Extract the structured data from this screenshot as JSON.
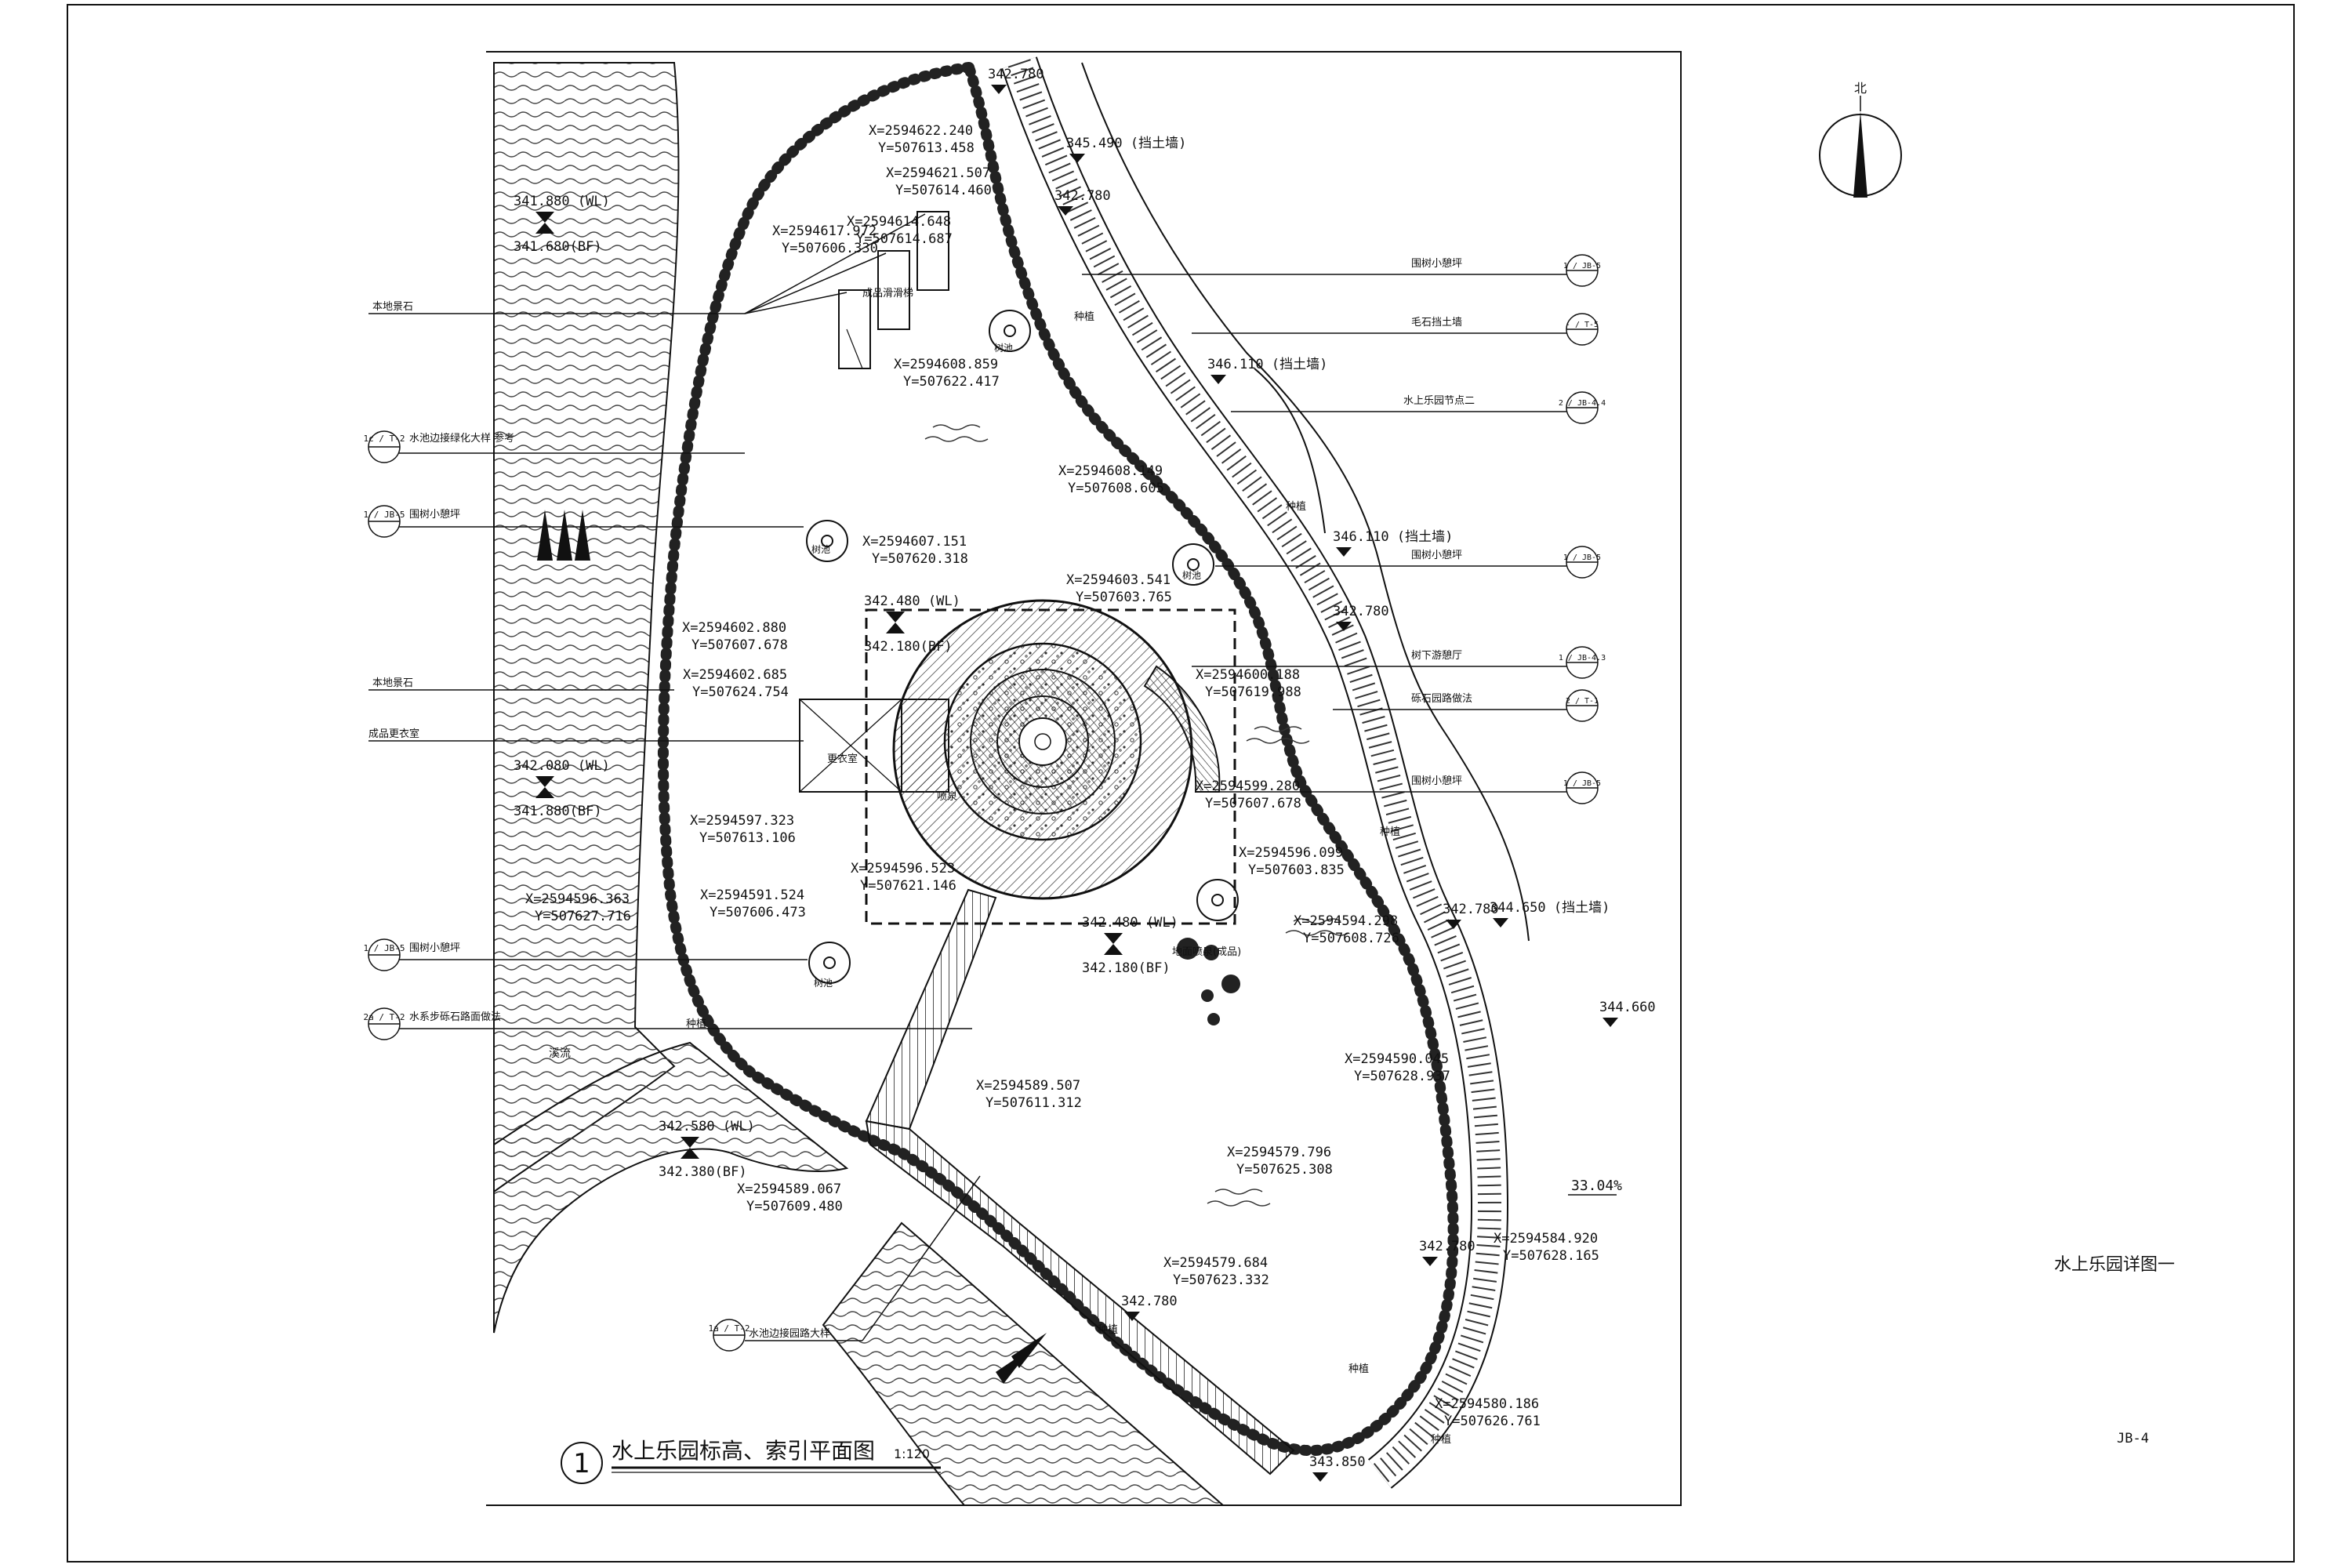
{
  "sheet": {
    "drawing_title": "水上乐园标高、索引平面图",
    "drawing_number": "1",
    "scale": "1:120",
    "sheet_title": "水上乐园详图一",
    "sheet_code": "JB-4",
    "north_label": "北"
  },
  "coords": [
    {
      "x": "X=2594622.240",
      "y": "Y=507613.458"
    },
    {
      "x": "X=2594621.507",
      "y": "Y=507614.460"
    },
    {
      "x": "X=2594617.972",
      "y": "Y=507606.330"
    },
    {
      "x": "X=2594614.648",
      "y": "Y=507614.687"
    },
    {
      "x": "X=2594608.859",
      "y": "Y=507622.417"
    },
    {
      "x": "X=2594608.149",
      "y": "Y=507608.605"
    },
    {
      "x": "X=2594607.151",
      "y": "Y=507620.318"
    },
    {
      "x": "X=2594603.541",
      "y": "Y=507603.765"
    },
    {
      "x": "X=2594602.880",
      "y": "Y=507607.678"
    },
    {
      "x": "X=2594602.685",
      "y": "Y=507624.754"
    },
    {
      "x": "X=2594600.188",
      "y": "Y=507619.988"
    },
    {
      "x": "X=2594599.280",
      "y": "Y=507607.678"
    },
    {
      "x": "X=2594597.323",
      "y": "Y=507613.106"
    },
    {
      "x": "X=2594596.523",
      "y": "Y=507621.146"
    },
    {
      "x": "X=2594596.099",
      "y": "Y=507603.835"
    },
    {
      "x": "X=2594596.363",
      "y": "Y=507627.716"
    },
    {
      "x": "X=2594594.298",
      "y": "Y=507608.726"
    },
    {
      "x": "X=2594591.524",
      "y": "Y=507606.473"
    },
    {
      "x": "X=2594590.045",
      "y": "Y=507628.937"
    },
    {
      "x": "X=2594589.507",
      "y": "Y=507611.312"
    },
    {
      "x": "X=2594589.067",
      "y": "Y=507609.480"
    },
    {
      "x": "X=2594584.920",
      "y": "Y=507628.165"
    },
    {
      "x": "X=2594579.796",
      "y": "Y=507625.308"
    },
    {
      "x": "X=2594579.684",
      "y": "Y=507623.332"
    },
    {
      "x": "X=2594580.186",
      "y": "Y=507626.761"
    }
  ],
  "levels": [
    {
      "wl": "341.880 (WL)",
      "bf": "341.680(BF)"
    },
    {
      "wl": "342.080 (WL)",
      "bf": "341.880(BF)"
    },
    {
      "wl": "342.580 (WL)",
      "bf": "342.380(BF)"
    },
    {
      "wl": "342.480 (WL)",
      "bf": "342.180(BF)"
    },
    {
      "wl": "342.480 (WL)",
      "bf": "342.180(BF)"
    }
  ],
  "elevations": [
    "342.780",
    "345.490 (挡土墙)",
    "342.780",
    "346.110 (挡土墙)",
    "346.110 (挡土墙)",
    "342.780",
    "342.780",
    "344.650 (挡土墙)",
    "344.660",
    "342.780",
    "342.780",
    "343.850"
  ],
  "slope": "33.04%",
  "left_callouts": [
    {
      "label": "本地景石",
      "ref": ""
    },
    {
      "label": "水池边接绿化大样 参考",
      "ref": "1c / T-2"
    },
    {
      "label": "围树小憩坪",
      "ref": "1 / JB-5"
    },
    {
      "label": "本地景石",
      "ref": ""
    },
    {
      "label": "成品更衣室",
      "ref": ""
    },
    {
      "label": "围树小憩坪",
      "ref": "1 / JB-5"
    },
    {
      "label": "水系步砾石路面做法",
      "ref": "2a / T-2"
    },
    {
      "label": "水池边接园路大样",
      "ref": "1a / T-2"
    }
  ],
  "right_callouts": [
    {
      "label": "围树小憩坪",
      "ref": "1 / JB-5"
    },
    {
      "label": "毛石挡土墙",
      "ref": "- / T-5"
    },
    {
      "label": "水上乐园节点二",
      "ref": "2 / JB-4.4"
    },
    {
      "label": "围树小憩坪",
      "ref": "1 / JB-5"
    },
    {
      "label": "树下游憩厅",
      "ref": "1 / JB-4.3"
    },
    {
      "label": "砾石园路做法",
      "ref": "2 / T-1"
    },
    {
      "label": "围树小憩坪",
      "ref": "1 / JB-5"
    }
  ],
  "small_labels": {
    "plant": "种植",
    "tree": "树池",
    "slide": "成品滑滑梯",
    "changing_room": "更衣室",
    "stream": "溪流",
    "fountain": "喷泉",
    "ground_jet": "地面喷泉(成品)"
  }
}
